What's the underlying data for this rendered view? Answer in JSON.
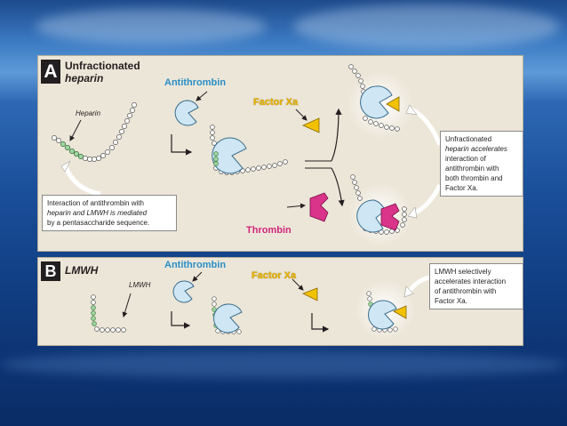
{
  "panel_a": {
    "letter": "A",
    "title_line1": "Unfractionated",
    "title_line2": "heparin",
    "label_heparin": "Heparin",
    "label_antithrombin": "Antithrombin",
    "label_factor_xa": "Factor Xa",
    "label_thrombin": "Thrombin",
    "callout_left": [
      "Interaction of antithrombin with",
      "heparin and LMWH is mediated",
      "by a pentasaccharide sequence."
    ],
    "callout_right": [
      "Unfractionated",
      "heparin accelerates",
      "interaction of",
      "antithrombin with",
      "both thrombin and",
      "Factor Xa."
    ]
  },
  "panel_b": {
    "letter": "B",
    "title": "LMWH",
    "label_lmwh": "LMWH",
    "label_antithrombin": "Antithrombin",
    "label_factor_xa": "Factor Xa",
    "callout_right": [
      "LMWH selectively",
      "accelerates interaction",
      "of antithrombin with",
      "Factor Xa."
    ]
  },
  "colors": {
    "antithrombin": "#cfe6f4",
    "factor_xa": "#f2c200",
    "thrombin": "#d9338a",
    "label_blue": "#2a8ec7",
    "label_yellow": "#e8b400",
    "label_pink": "#d1267a",
    "panel_bg": "#ece6d8"
  }
}
